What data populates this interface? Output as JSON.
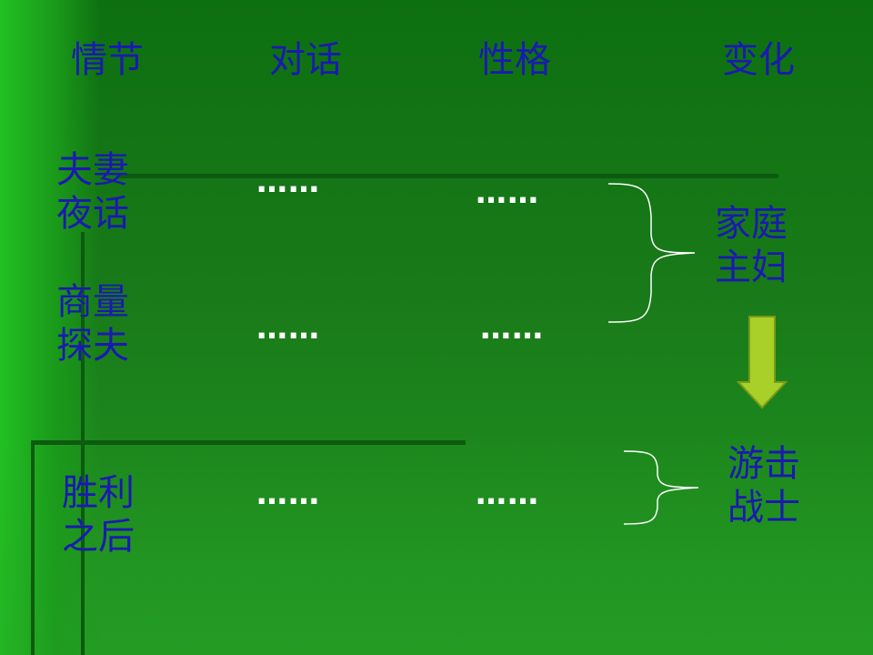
{
  "headers": [
    "情节",
    "对话",
    "性格",
    "变化"
  ],
  "rows": [
    {
      "plot": "夫妻夜话",
      "dialogue": "……",
      "character": "……"
    },
    {
      "plot": "商量探夫",
      "dialogue": "……",
      "character": "……"
    },
    {
      "plot": "胜利之后",
      "dialogue": "……",
      "character": "……"
    }
  ],
  "changes": {
    "before": "家庭主妇",
    "after": "游击战士"
  },
  "icons": {
    "arrow": "down-arrow-icon",
    "brace": "right-curly-brace-icon"
  },
  "colors": {
    "text": "#1a1ab0",
    "arrow": "#a8d028",
    "brace": "#ffffff"
  }
}
